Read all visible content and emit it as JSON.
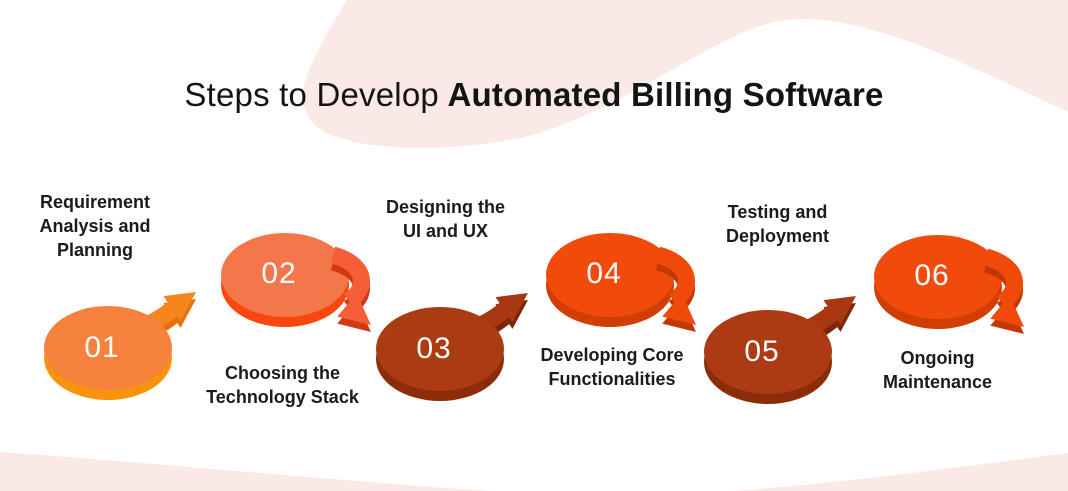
{
  "title": {
    "regular": "Steps to Develop",
    "bold": "Automated Billing Software"
  },
  "colors": {
    "background": "#ffffff",
    "decor_pink": "#fbe9e5",
    "text": "#1b1b1b",
    "number_text": "#ffffff"
  },
  "steps": [
    {
      "number": "01",
      "label": "Requirement Analysis and Planning",
      "lines": [
        "Requirement",
        "Analysis and",
        "Planning"
      ],
      "position": "bottom",
      "arrow_direction": "up-right",
      "colors": {
        "face": "#f6813c",
        "side": "#f9930d",
        "arrow": "#f6861c",
        "arrow_side": "#e8700d"
      }
    },
    {
      "number": "02",
      "label": "Choosing the Technology Stack",
      "lines": [
        "Choosing the",
        "Technology Stack"
      ],
      "position": "top",
      "arrow_direction": "down-right",
      "colors": {
        "face": "#f4764b",
        "side": "#f8480f",
        "arrow": "#f55e38",
        "arrow_side": "#d13a10"
      }
    },
    {
      "number": "03",
      "label": "Designing the UI and UX",
      "lines": [
        "Designing the",
        "UI and UX"
      ],
      "position": "bottom",
      "arrow_direction": "up-right",
      "colors": {
        "face": "#ac3a13",
        "side": "#8c2d0a",
        "arrow": "#a93711",
        "arrow_side": "#7e2708"
      }
    },
    {
      "number": "04",
      "label": "Developing Core Functionalities",
      "lines": [
        "Developing Core",
        "Functionalities"
      ],
      "position": "top",
      "arrow_direction": "down-right",
      "colors": {
        "face": "#f14b0b",
        "side": "#d13e04",
        "arrow": "#ef4a0a",
        "arrow_side": "#c23803"
      }
    },
    {
      "number": "05",
      "label": "Testing and Deployment",
      "lines": [
        "Testing and",
        "Deployment"
      ],
      "position": "bottom",
      "arrow_direction": "up-right",
      "colors": {
        "face": "#ac3a13",
        "side": "#8c2d0a",
        "arrow": "#a93711",
        "arrow_side": "#7e2708"
      }
    },
    {
      "number": "06",
      "label": "Ongoing Maintenance",
      "lines": [
        "Ongoing",
        "Maintenance"
      ],
      "position": "top",
      "arrow_direction": "down-right",
      "colors": {
        "face": "#f14b0b",
        "side": "#d13e04",
        "arrow": "#ef4a0a",
        "arrow_side": "#c23803"
      }
    }
  ]
}
